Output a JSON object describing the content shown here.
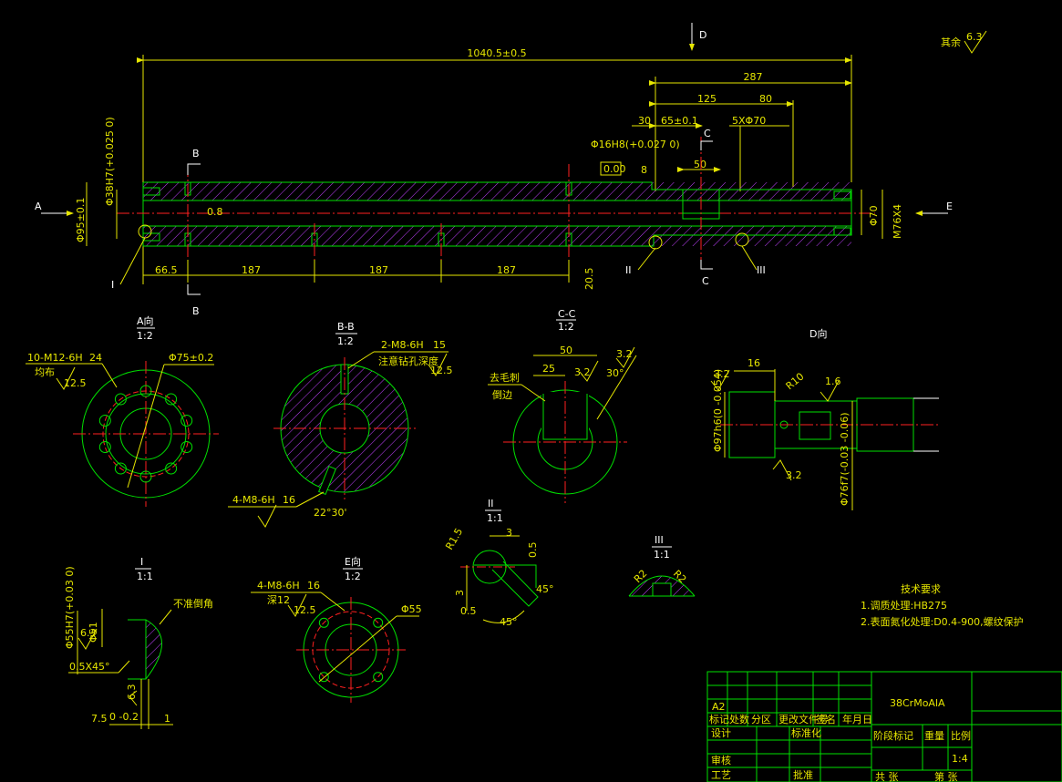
{
  "main_view": {
    "overall_length": "1040.5±0.5",
    "dim_287": "287",
    "dim_125": "125",
    "dim_80": "80",
    "dim_30": "30",
    "dim_65": "65±0.1",
    "dim_5x70": "5XΦ70",
    "dim_50": "50",
    "dim_8": "8",
    "dim_665": "66.5",
    "dim_187a": "187",
    "dim_187b": "187",
    "dim_187c": "187",
    "dim_205": "20.5",
    "dia_95": "Φ95±0.1",
    "dia_38": "Φ38H7(+0.025 0)",
    "dia_16": "Φ16H8(+0.027 0)",
    "dia_70": "Φ70",
    "thread_m76": "M76X4",
    "tol_000": "0.00",
    "tol_08": "0.8",
    "view_a": "A",
    "view_e": "E",
    "view_d": "D",
    "sect_b_top": "B",
    "sect_b_bot": "B",
    "sect_c_top": "C",
    "sect_c_bot": "C",
    "detail_i": "I",
    "detail_ii": "II",
    "detail_iii": "III",
    "rest_finish": "其余",
    "rest_finish_value": "6.3"
  },
  "view_a": {
    "title": "A向",
    "scale": "1:2",
    "note_holes": "10-M12-6H",
    "note_holes_depth": "24",
    "note_even": "均布",
    "rough": "12.5",
    "dia": "Φ75±0.2"
  },
  "view_bb": {
    "title": "B-B",
    "scale": "1:2",
    "note_top": "2-M8-6H",
    "note_top_depth": "15",
    "note_top_sub": "注意钻孔深度",
    "note_bottom": "4-M8-6H",
    "note_bottom_depth": "16",
    "angle": "22°30'",
    "rough": "12.5"
  },
  "view_cc": {
    "title": "C-C",
    "scale": "1:2",
    "dim_50": "50",
    "dim_25": "25",
    "angle_30": "30°",
    "rough_32": "3.2",
    "rough_32b": "3.2",
    "note_deburr": "去毛刺",
    "note_sharp": "倒边"
  },
  "view_d": {
    "title": "D向",
    "dim_16": "16",
    "r10": "R10",
    "rough_16": "1.6",
    "rough_32": "3.2",
    "rough_32b": "3.2",
    "dia_left": "Φ97h6(0 -0.054)",
    "dia_right": "Φ76f7(-0.03 -0.06)"
  },
  "detail_i": {
    "title": "I",
    "scale": "1:1",
    "note_nochamfer": "不准倒角",
    "dia_51": "Φ51",
    "dia_55": "Φ55H7(+0.03 0)",
    "rough": "6.3",
    "chamfer": "0.5X45°",
    "dim_75": "7.5",
    "dim_75tol": "0 -0.2",
    "dim_1": "1",
    "rough_side": "6.3"
  },
  "view_e": {
    "title": "E向",
    "scale": "1:2",
    "note": "4-M8-6H",
    "note_depth": "16",
    "sub": "深12",
    "rough": "12.5",
    "dia": "Φ55"
  },
  "detail_ii": {
    "title": "II",
    "scale": "1:1",
    "r15": "R1.5",
    "dim_3": "3",
    "dim_05": "0.5",
    "dim_3v": "3",
    "dim_05b": "0.5",
    "ang1": "45°",
    "ang2": "45°"
  },
  "detail_iii": {
    "title": "III",
    "scale": "1:1",
    "r2a": "R2",
    "r2b": "R2"
  },
  "tech_req": {
    "title": "技术要求",
    "line1": "1.调质处理:HB275",
    "line2": "2.表面氮化处理:D0.4-900,螺纹保护"
  },
  "title_block": {
    "material": "38CrMoAlA",
    "sheet": "A2",
    "h_mark": "标记",
    "h_qty": "处数",
    "h_zone": "分区",
    "h_doc": "更改文件号",
    "h_sign": "签名",
    "h_date": "年月日",
    "design": "设计",
    "standard": "标准化",
    "review": "审核",
    "process": "工艺",
    "approve": "批准",
    "stage": "阶段标记",
    "weight": "重量",
    "ratio": "比例",
    "scale": "1:4",
    "total": "共  张",
    "page": "第  张"
  }
}
